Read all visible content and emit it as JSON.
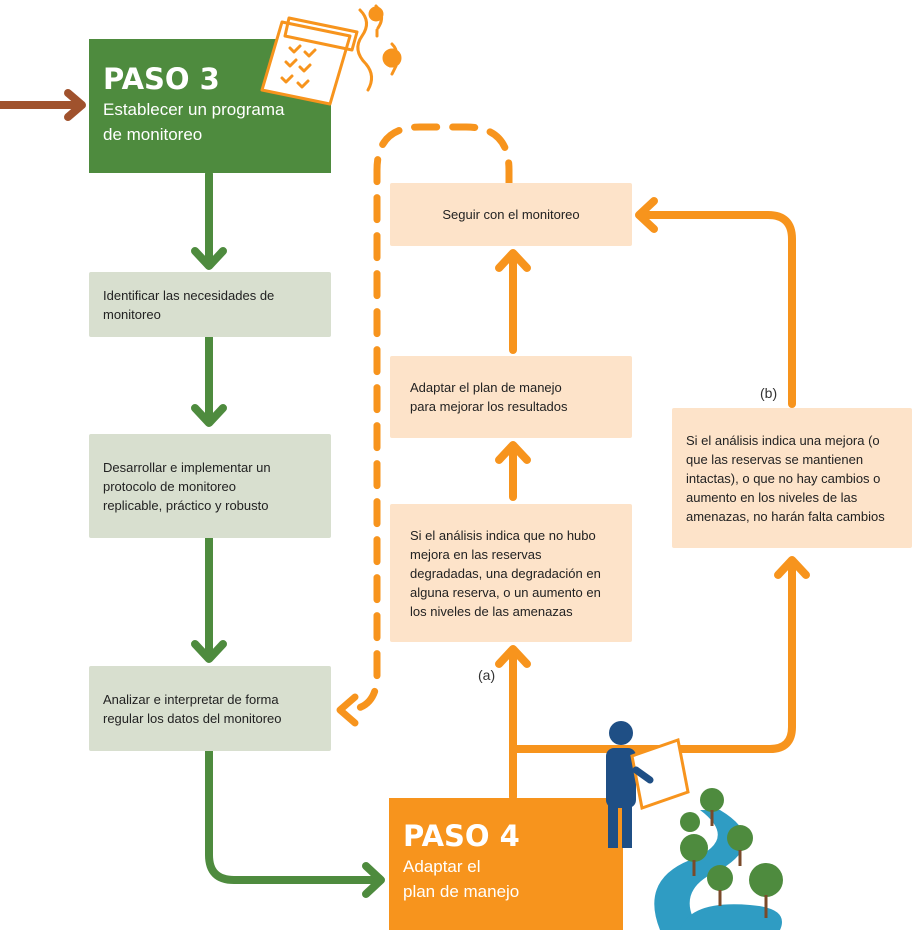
{
  "step3": {
    "title": "PASO 3",
    "subtitle_line1": "Establecer un programa",
    "subtitle_line2": "de monitoreo"
  },
  "step4": {
    "title": "PASO 4",
    "subtitle_line1": "Adaptar el",
    "subtitle_line2": "plan de manejo"
  },
  "green_steps": [
    {
      "line1": "Identificar las necesidades de",
      "line2": "monitoreo"
    },
    {
      "line1": "Desarrollar e implementar un",
      "line2": "protocolo de monitoreo",
      "line3": "replicable, práctico y robusto"
    },
    {
      "line1": "Analizar e interpretar de forma",
      "line2": "regular los datos del monitoreo"
    }
  ],
  "orange_steps": {
    "continue": "Seguir con el monitoreo",
    "adapt": {
      "line1": "Adaptar el plan de manejo",
      "line2": "para mejorar los resultados"
    },
    "no_improvement": {
      "line1": "Si el análisis indica que no hubo",
      "line2": "mejora en las reservas",
      "line3": "degradadas, una degradación en",
      "line4": "alguna reserva, o un aumento en",
      "line5": "los niveles de las amenazas"
    },
    "improvement": {
      "line1": "Si el análisis indica una mejora (o",
      "line2": "que las reservas se mantienen",
      "line3": "intactas), o que no hay cambios o",
      "line4": "aumento en los niveles de las",
      "line5": "amenazas, no harán falta cambios"
    }
  },
  "branch_labels": {
    "a": "(a)",
    "b": "(b)"
  },
  "colors": {
    "green": "#4e8b3e",
    "orange": "#f7941d",
    "brown": "#a0522d",
    "green_box": "#d8dfcf",
    "orange_box": "#fde3c9"
  },
  "icons": {
    "step3": "clipboard-map-icon",
    "step4": "person-with-map-icon"
  }
}
